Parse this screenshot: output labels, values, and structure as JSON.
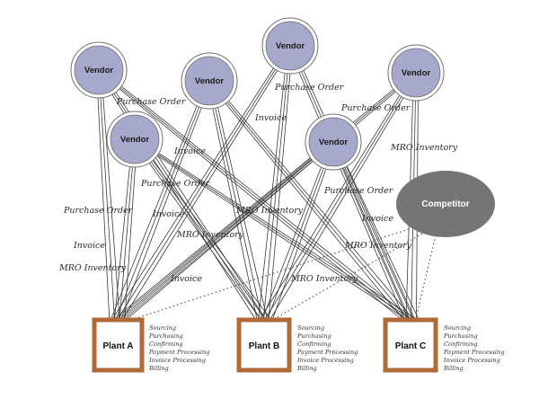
{
  "colors": {
    "vendor_fill": "#a6a9cc",
    "vendor_ring": "#ffffff",
    "vendor_outline": "#6f6f6f",
    "plant_border": "#b06a35",
    "competitor_fill": "#757575",
    "edge": "#3a3a3a"
  },
  "vendors": [
    {
      "id": "v1",
      "label": "Vendor"
    },
    {
      "id": "v2",
      "label": "Vendor"
    },
    {
      "id": "v3",
      "label": "Vendor"
    },
    {
      "id": "v4",
      "label": "Vendor"
    },
    {
      "id": "v5",
      "label": "Vendor"
    },
    {
      "id": "v6",
      "label": "Vendor"
    }
  ],
  "competitor": {
    "label": "Competitor"
  },
  "plants": [
    {
      "id": "a",
      "label": "Plant A",
      "functions": [
        "Sourcing",
        "Purchasing",
        "Confirming",
        "Payment Processing",
        "Invoice Processing",
        "Billing"
      ]
    },
    {
      "id": "b",
      "label": "Plant B",
      "functions": [
        "Sourcing",
        "Purchasing",
        "Confirming",
        "Payment Processing",
        "Invoice Processing",
        "Billing"
      ]
    },
    {
      "id": "c",
      "label": "Plant C",
      "functions": [
        "Sourcing",
        "Purchasing",
        "Confirming",
        "Payment Processing",
        "Invoice Processing",
        "Billing"
      ]
    }
  ],
  "edge_labels": [
    "Purchase Order",
    "Purchase Order",
    "Purchase Order",
    "Invoice",
    "MRO Inventory",
    "Invoice",
    "Purchase Order",
    "Purchase Order",
    "MRO Inventory",
    "Invoice",
    "Invoice",
    "MRO Inventory",
    "Purchase Order",
    "Invoice",
    "Invoice",
    "MRO Inventory",
    "MRO Inventory",
    "MRO Inventory"
  ]
}
